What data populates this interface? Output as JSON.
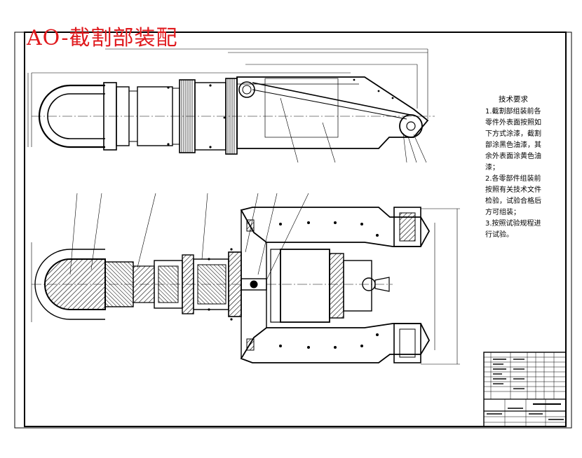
{
  "title_stamp": "AO-截割部装配",
  "technical_requirements": {
    "heading": "技术要求",
    "items": [
      "1.截割部组装前各零件外表面按照如下方式涂漆，截割部涂黑色油漆，其余外表面涂黄色油漆；",
      "2.各零部件组装前按照有关技术文件检验，试验合格后方可组装；",
      "3.按照试验规程进行试验。"
    ]
  },
  "colors": {
    "line": "#000000",
    "stamp": "#e0191d",
    "frame_inner": "#1a1a1a"
  }
}
